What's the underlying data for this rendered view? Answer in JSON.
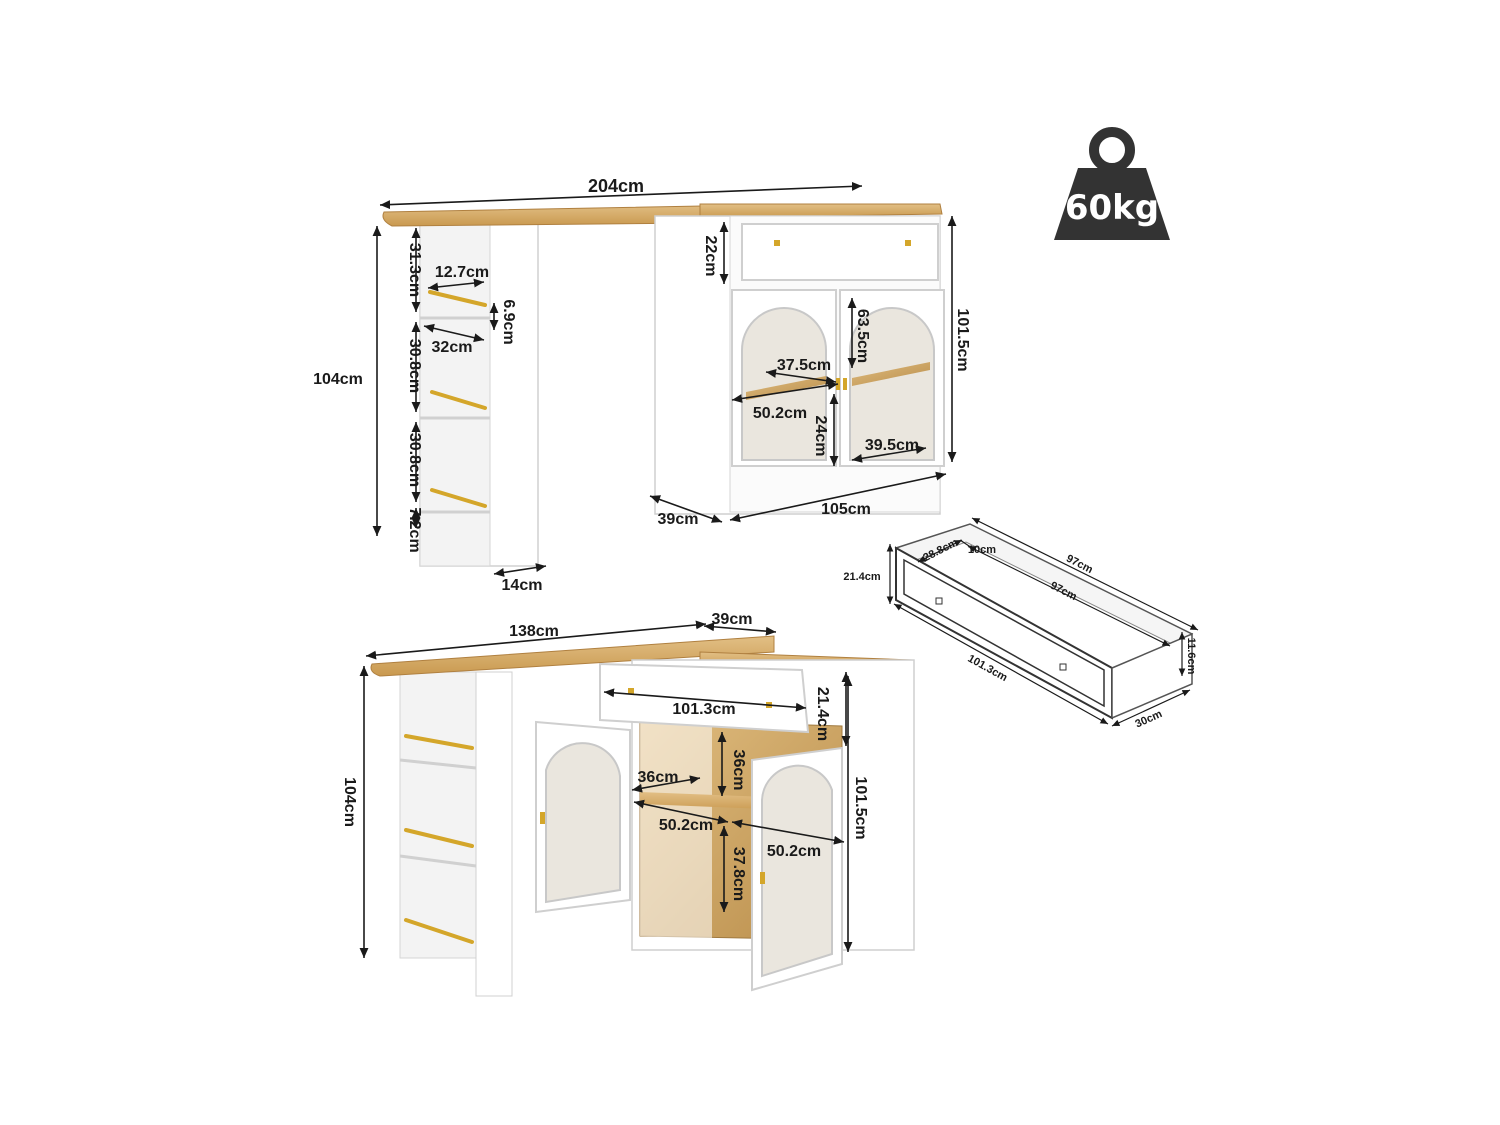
{
  "weight_badge": {
    "label": "60kg",
    "color": "#333333"
  },
  "colors": {
    "wood": "#d9b273",
    "wood_dark": "#b98d4a",
    "white": "#ffffff",
    "edge": "#cfcfcf",
    "gold": "#d4a62a",
    "line": "#1a1a1a"
  },
  "top_view": {
    "total_length": "204cm",
    "height": "104cm",
    "shelf_1_height": "31.3cm",
    "shelf_depth": "12.7cm",
    "rail_height": "6.9cm",
    "shelf_width": "32cm",
    "shelf_2_height": "30.8cm",
    "shelf_3_height": "30.8cm",
    "base_height": "7.2cm",
    "end_width": "14cm",
    "drawer_height": "22cm",
    "cabinet_height": "101.5cm",
    "door_height": "63.5cm",
    "inner_shelf_depth": "37.5cm",
    "inner_width": "50.2cm",
    "lower_space": "24cm",
    "shelf_right_width": "39.5cm",
    "cabinet_depth": "39cm",
    "cabinet_width": "105cm"
  },
  "drawer_view": {
    "outer_length": "97cm",
    "inner_length": "97cm",
    "depth": "28.8cm",
    "wall": "10cm",
    "height": "21.4cm",
    "inner_height": "11.6cm",
    "front_length": "101.3cm",
    "width": "30cm"
  },
  "bottom_view": {
    "top_length": "138cm",
    "top_depth": "39cm",
    "drawer_length": "101.3cm",
    "drawer_height": "21.4cm",
    "height": "104cm",
    "upper_space": "36cm",
    "shelf_depth": "36cm",
    "left_width": "50.2cm",
    "right_width": "50.2cm",
    "lower_space": "37.8cm",
    "cabinet_height": "101.5cm"
  }
}
